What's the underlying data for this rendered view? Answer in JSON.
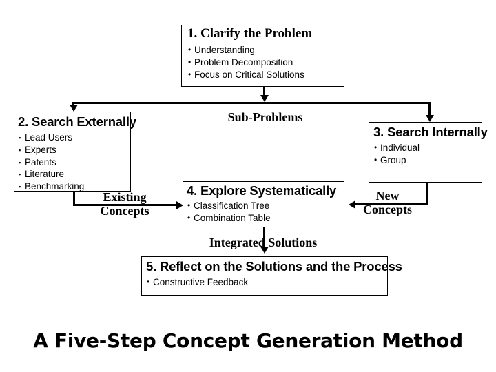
{
  "diagram": {
    "footer_title": "A Five-Step Concept Generation Method",
    "steps": [
      {
        "id": "step-1",
        "title": "1. Clarify the Problem",
        "bullets": [
          "Understanding",
          "Problem Decomposition",
          "Focus on Critical Solutions"
        ]
      },
      {
        "id": "step-2",
        "title": "2. Search Externally",
        "bullets": [
          "Lead Users",
          "Experts",
          "Patents",
          "Literature",
          "Benchmarking"
        ]
      },
      {
        "id": "step-3",
        "title": "3. Search Internally",
        "bullets": [
          "Individual",
          "Group"
        ]
      },
      {
        "id": "step-4",
        "title": "4. Explore Systematically",
        "bullets": [
          "Classification Tree",
          "Combination Table"
        ]
      },
      {
        "id": "step-5",
        "title": "5. Reflect on the Solutions and the Process",
        "bullets": [
          "Constructive Feedback"
        ]
      }
    ],
    "edge_labels": {
      "sub_problems": "Sub-Problems",
      "existing_concepts_line1": "Existing",
      "existing_concepts_line2": "Concepts",
      "new_concepts_line1": "New",
      "new_concepts_line2": "Concepts",
      "integrated_solutions": "Integrated  Solutions"
    },
    "colors": {
      "stroke": "#000000",
      "fill": "#ffffff",
      "text": "#000000"
    }
  }
}
